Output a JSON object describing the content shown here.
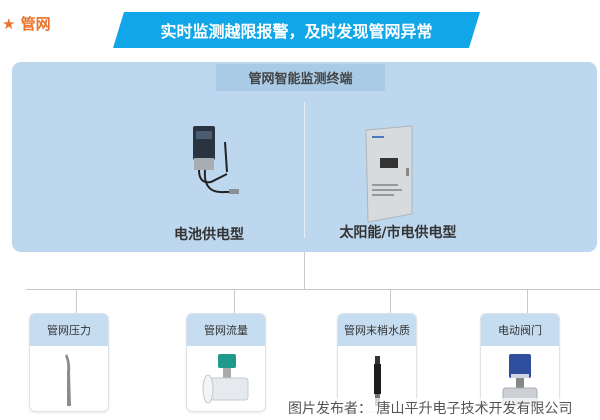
{
  "section_title": "★ 管网",
  "banner": "实时监测越限报警，及时发现管网异常",
  "terminal": {
    "label": "管网智能监测终端",
    "types": [
      {
        "label": "电池供电型",
        "icon": "battery-terminal-device"
      },
      {
        "label": "太阳能/市电供电型",
        "icon": "cabinet-terminal-device"
      }
    ]
  },
  "sensors": [
    {
      "label": "管网压力",
      "icon": "pressure-sensor"
    },
    {
      "label": "管网流量",
      "icon": "flow-meter"
    },
    {
      "label": "管网末梢水质",
      "icon": "water-quality-probe"
    },
    {
      "label": "电动阀门",
      "icon": "electric-valve"
    }
  ],
  "watermark": "图片发布者： 唐山平升电子技术开发有限公司",
  "colors": {
    "accent": "#11a6e8",
    "title": "#e8732a",
    "panel": "#bdd7ee"
  }
}
